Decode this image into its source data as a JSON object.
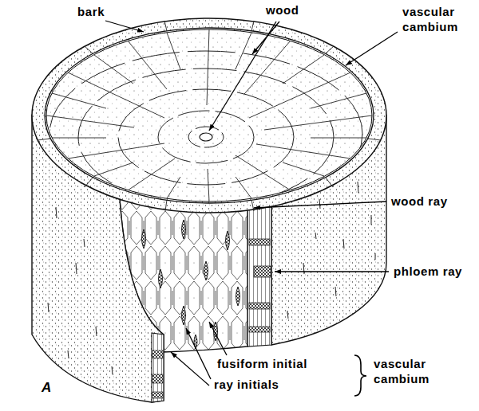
{
  "diagram": {
    "labels": [
      "bark",
      "wood",
      "vascular cambium",
      "wood ray",
      "phloem ray",
      "fusiform initial",
      "ray initials",
      "vascular cambium",
      "A"
    ]
  }
}
